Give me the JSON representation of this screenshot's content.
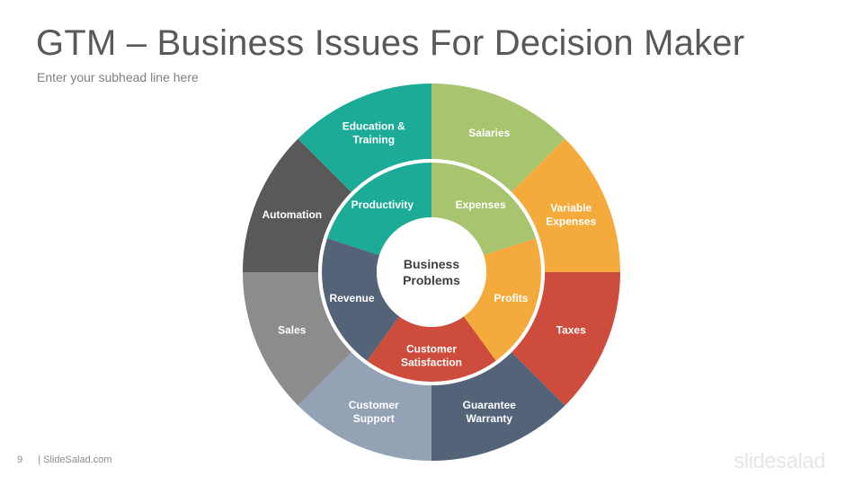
{
  "slide": {
    "title": "GTM – Business Issues For Decision Maker",
    "subtitle": "Enter your subhead line here",
    "page_number": "9",
    "footer_text": "| SlideSalad.com",
    "brand": "slidesalad"
  },
  "diagram": {
    "center": [
      "Business",
      "Problems"
    ],
    "inner_ring": [
      {
        "lines": [
          "Productivity"
        ],
        "color": "#1bab96"
      },
      {
        "lines": [
          "Expenses"
        ],
        "color": "#a9c46f"
      },
      {
        "lines": [
          "Profits"
        ],
        "color": "#f5ab3c"
      },
      {
        "lines": [
          "Customer",
          "Satisfaction"
        ],
        "color": "#ce4c3b"
      },
      {
        "lines": [
          "Revenue"
        ],
        "color": "#536478"
      }
    ],
    "outer_ring": [
      {
        "lines": [
          "Salaries"
        ],
        "color": "#a9c46f"
      },
      {
        "lines": [
          "Variable",
          "Expenses"
        ],
        "color": "#f5ab3c"
      },
      {
        "lines": [
          "Taxes"
        ],
        "color": "#ce4c3b"
      },
      {
        "lines": [
          "Guarantee",
          "Warranty"
        ],
        "color": "#536478"
      },
      {
        "lines": [
          "Customer",
          "Support"
        ],
        "color": "#93a3b5"
      },
      {
        "lines": [
          "Sales"
        ],
        "color": "#8c8c8c"
      },
      {
        "lines": [
          "Automation"
        ],
        "color": "#595959"
      },
      {
        "lines": [
          "Education &",
          "Training"
        ],
        "color": "#1bab96"
      }
    ]
  }
}
